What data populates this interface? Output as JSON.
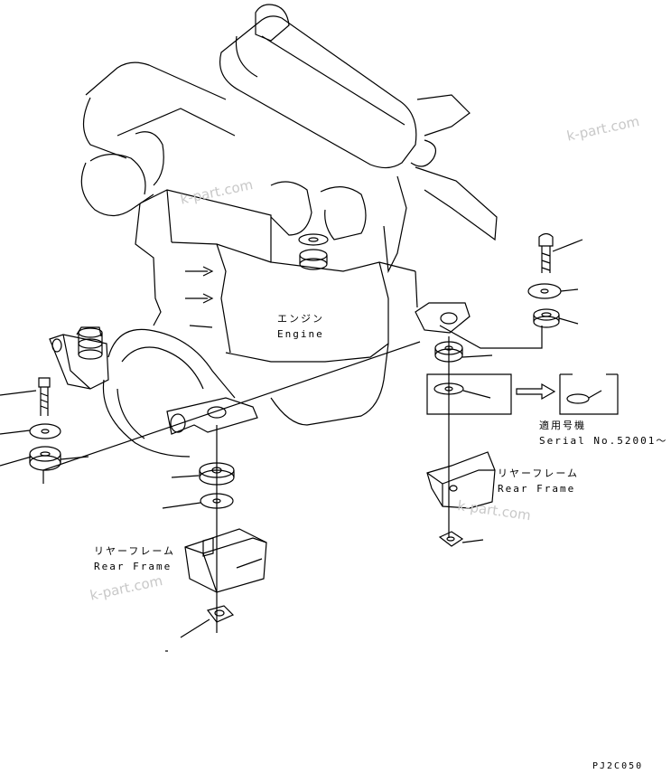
{
  "labels": {
    "engine_jp": "エンジン",
    "engine_en": "Engine",
    "rear_frame_jp": "リヤーフレーム",
    "rear_frame_en": "Rear Frame",
    "applicable_jp": "適用号機",
    "serial_en": "Serial No.52001～"
  },
  "watermark": "k-part.com",
  "drawing_code": "PJ2C050"
}
